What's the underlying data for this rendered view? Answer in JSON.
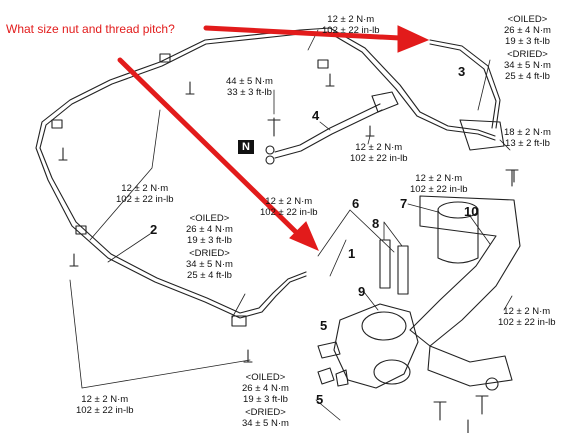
{
  "question": "What size nut and thread pitch?",
  "n_badge": "N",
  "callouts": {
    "c1": "1",
    "c2": "2",
    "c3": "3",
    "c4": "4",
    "c5a": "5",
    "c5b": "5",
    "c6": "6",
    "c7": "7",
    "c8": "8",
    "c9": "9",
    "c10": "10"
  },
  "torques": {
    "t_top": [
      "12 ± 2 N·m",
      "102 ± 22 in-lb"
    ],
    "t_44": [
      "44 ± 5 N·m",
      "33 ± 3 ft-lb"
    ],
    "t_mid4": [
      "12 ± 2 N·m",
      "102 ± 22 in-lb"
    ],
    "t_right18": [
      "18 ± 2 N·m",
      "13 ± 2 ft-lb"
    ],
    "t_right12": [
      "12 ± 2 N·m",
      "102 ± 22 in-lb"
    ],
    "t_left": [
      "12 ± 2 N·m",
      "102 ± 22 in-lb"
    ],
    "t_center": [
      "12 ± 2 N·m",
      "102 ± 22 in-lb"
    ],
    "t_far_right": [
      "12 ± 2 N·m",
      "102 ± 22 in-lb"
    ],
    "t_bottom_left": [
      "12 ± 2 N·m",
      "102 ± 22 in-lb"
    ]
  },
  "oiled_dried_top": {
    "oiled_title": "<OILED>",
    "oiled": [
      "26 ± 4 N·m",
      "19 ± 3 ft-lb"
    ],
    "dried_title": "<DRIED>",
    "dried": [
      "34 ± 5 N·m",
      "25 ± 4 ft-lb"
    ]
  },
  "oiled_dried_mid": {
    "oiled_title": "<OILED>",
    "oiled": [
      "26 ± 4 N·m",
      "19 ± 3 ft-lb"
    ],
    "dried_title": "<DRIED>",
    "dried": [
      "34 ± 5 N·m",
      "25 ± 4 ft-lb"
    ]
  },
  "oiled_dried_bottom": {
    "oiled_title": "<OILED>",
    "oiled": [
      "26 ± 4 N·m",
      "19 ± 3 ft-lb"
    ],
    "dried_title": "<DRIED>",
    "dried": [
      "34 ± 5 N·m"
    ]
  },
  "colors": {
    "arrow": "#e21b1b",
    "line": "#222222"
  }
}
